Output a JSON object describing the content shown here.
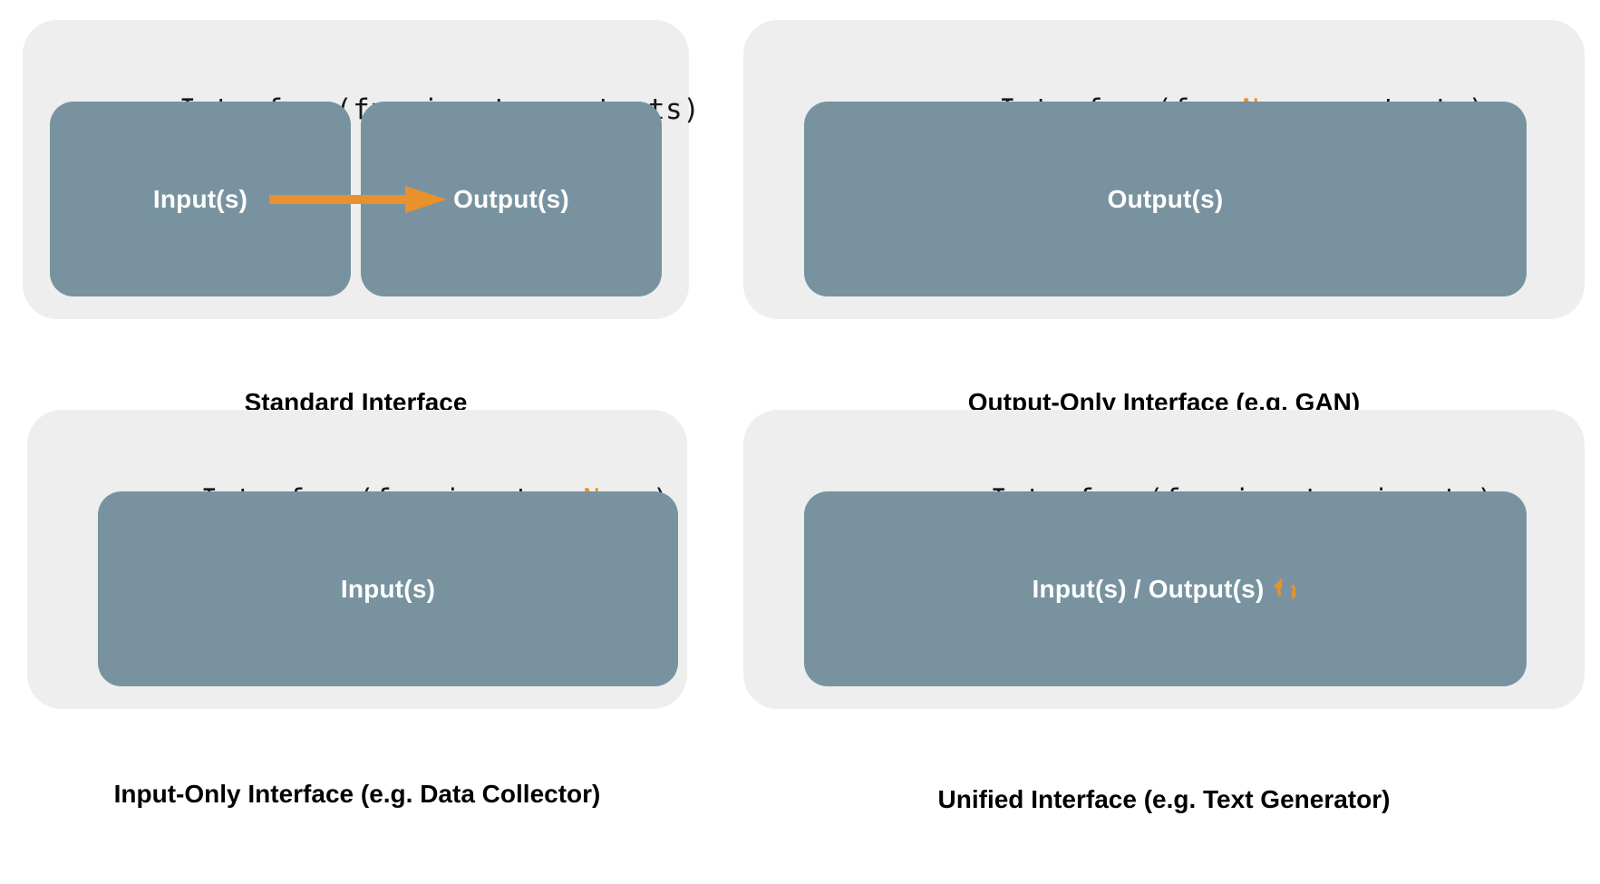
{
  "figure": {
    "background_color": "#ffffff",
    "panel_color": "#eeeeee",
    "box_color": "#78939f",
    "accent_color": "#e8912d",
    "text_color": "#000000",
    "box_label_color": "#ffffff"
  },
  "panels": [
    {
      "id": "standard",
      "code": {
        "prefix": "gr.Interface(fn, inputs, outputs)",
        "segments": [
          {
            "text": "gr.Interface(fn, inputs, outputs)",
            "accent": false
          }
        ]
      },
      "boxes": [
        {
          "label": "Input(s)"
        },
        {
          "label": "Output(s)"
        }
      ],
      "arrow": {
        "present": true,
        "direction": "right",
        "color": "#e8912d"
      },
      "caption": "Standard Interface"
    },
    {
      "id": "output-only",
      "code": {
        "segments": [
          {
            "text": "gr.Interface(fn, ",
            "accent": false
          },
          {
            "text": "None",
            "accent": true
          },
          {
            "text": ", outputs)",
            "accent": false
          }
        ]
      },
      "boxes": [
        {
          "label": "Output(s)"
        }
      ],
      "arrow": {
        "present": false
      },
      "caption": "Output-Only Interface (e.g. GAN)"
    },
    {
      "id": "input-only",
      "code": {
        "segments": [
          {
            "text": "gr.Interface(fn, inputs, ",
            "accent": false
          },
          {
            "text": "None",
            "accent": true
          },
          {
            "text": ")",
            "accent": false
          }
        ]
      },
      "boxes": [
        {
          "label": "Input(s)"
        }
      ],
      "arrow": {
        "present": false
      },
      "caption": "Input-Only Interface (e.g. Data Collector)"
    },
    {
      "id": "unified",
      "code": {
        "segments": [
          {
            "text": "gr.Interface(fn, inputs, inputs)",
            "accent": false
          }
        ]
      },
      "boxes": [
        {
          "label": "Input(s) / Output(s)",
          "icon": "cycle-icon"
        }
      ],
      "arrow": {
        "present": false
      },
      "caption": "Unified Interface (e.g. Text Generator)"
    }
  ]
}
